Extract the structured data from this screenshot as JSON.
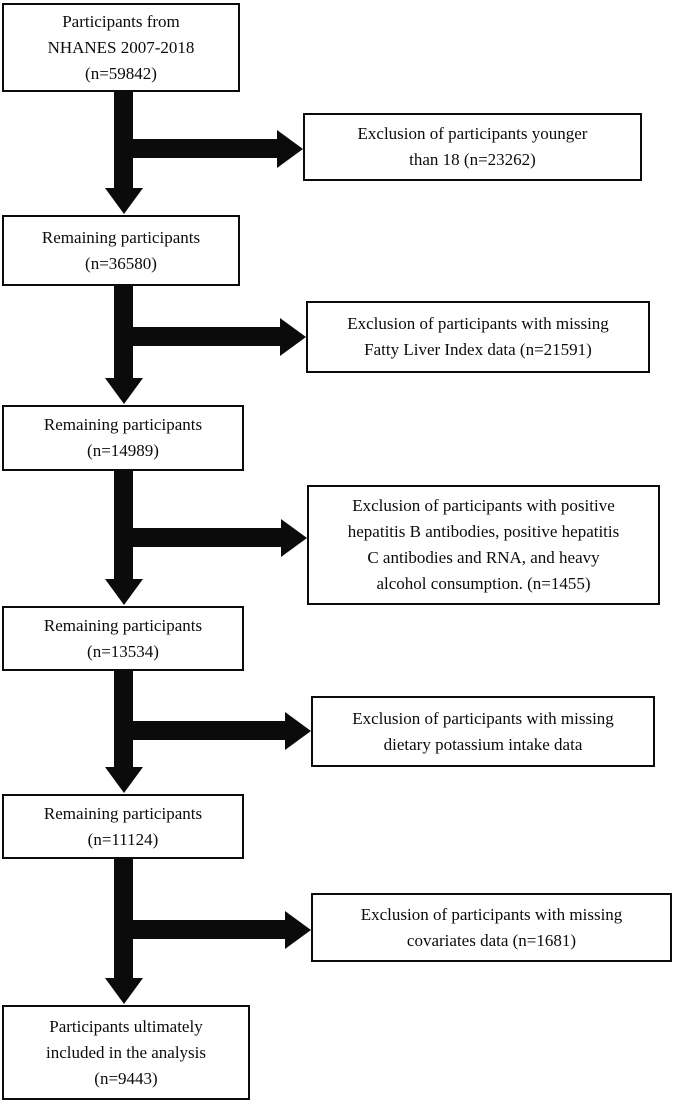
{
  "colors": {
    "ink": "#000000",
    "background": "#ffffff"
  },
  "flow": {
    "steps": [
      {
        "text": "Participants from\nNHANES 2007-2018\n(n=59842)",
        "n": 59842
      },
      {
        "text": "Remaining participants\n(n=36580)",
        "n": 36580
      },
      {
        "text": "Remaining participants\n(n=14989)",
        "n": 14989
      },
      {
        "text": "Remaining participants\n(n=13534)",
        "n": 13534
      },
      {
        "text": "Remaining participants\n(n=11124)",
        "n": 11124
      },
      {
        "text": "Participants ultimately\nincluded in the analysis\n(n=9443)",
        "n": 9443
      }
    ],
    "exclusions": [
      {
        "text": "Exclusion of participants younger\nthan 18 (n=23262)",
        "n": 23262
      },
      {
        "text": "Exclusion of participants with missing\nFatty Liver Index data (n=21591)",
        "n": 21591
      },
      {
        "text": "Exclusion of participants with positive\nhepatitis B antibodies, positive hepatitis\nC antibodies and RNA, and heavy\nalcohol consumption. (n=1455)",
        "n": 1455
      },
      {
        "text": "Exclusion of participants with missing\ndietary potassium intake data"
      },
      {
        "text": "Exclusion of participants with missing\ncovariates data (n=1681)",
        "n": 1681
      }
    ]
  }
}
